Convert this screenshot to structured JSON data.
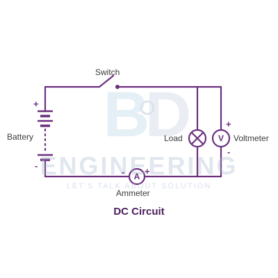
{
  "title": "DC Circuit",
  "components": {
    "switch": "Switch",
    "battery": "Battery",
    "load": "Load",
    "voltmeter": "Voltmeter",
    "ammeter": "Ammeter"
  },
  "meter_symbols": {
    "ammeter": "A",
    "voltmeter": "V"
  },
  "polarity": {
    "plus": "+",
    "minus": "-"
  },
  "watermark": {
    "logo": "BD",
    "name": "ENGINEERING",
    "tagline": "LET'S TALK ABOUT SOLUTION"
  },
  "colors": {
    "wire": "#6b2f7d",
    "title": "#4a1d5c",
    "label": "#3a3a3a",
    "watermark": "#aab9d2"
  }
}
